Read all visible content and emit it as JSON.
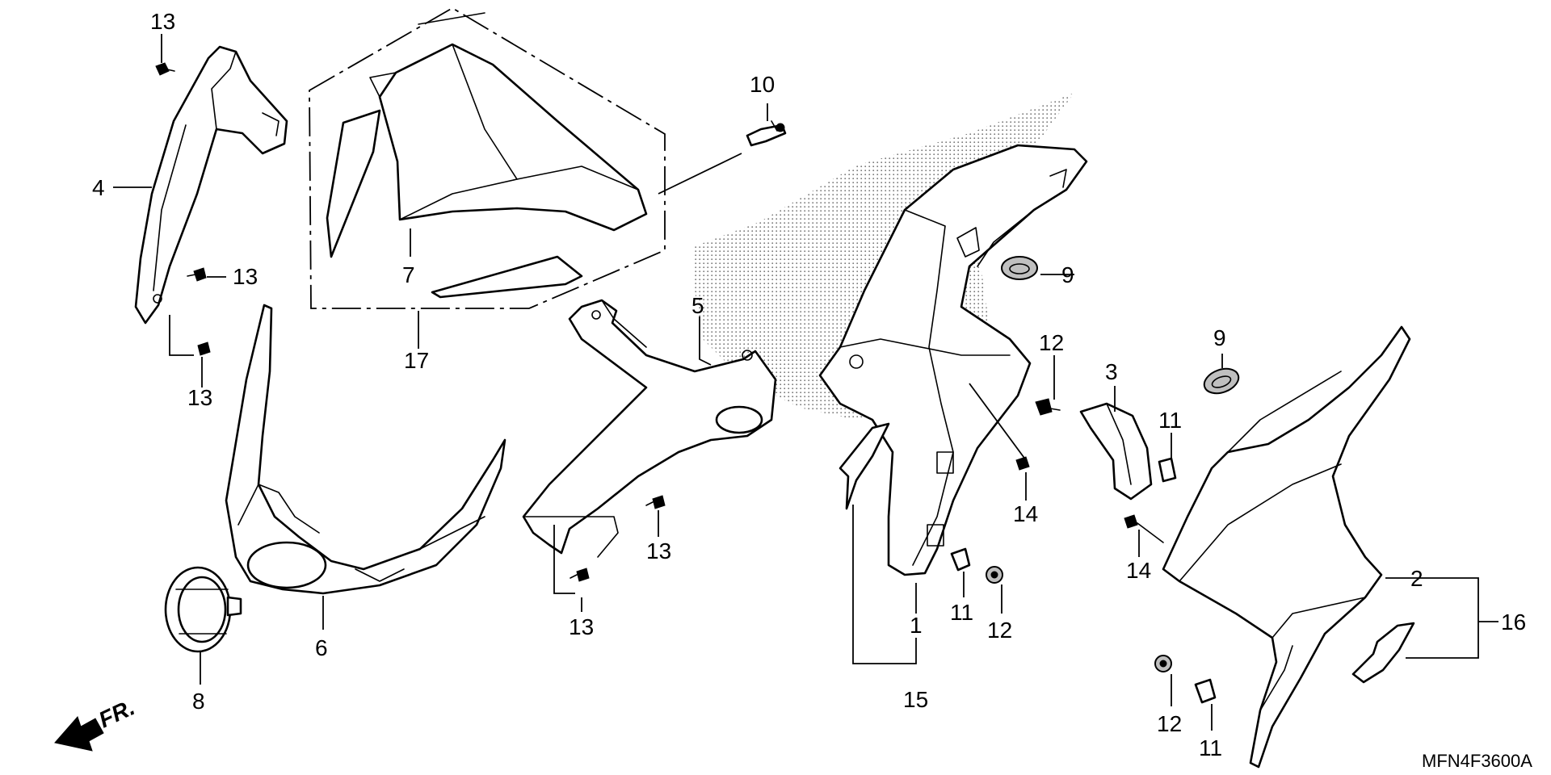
{
  "callouts": {
    "c1": "1",
    "c2": "2",
    "c3": "3",
    "c4": "4",
    "c5": "5",
    "c6": "6",
    "c7": "7",
    "c8": "8",
    "c9a": "9",
    "c9b": "9",
    "c10": "10",
    "c11a": "11",
    "c11b": "11",
    "c11c": "11",
    "c12a": "12",
    "c12b": "12",
    "c12c": "12",
    "c13a": "13",
    "c13b": "13",
    "c13c": "13",
    "c13d": "13",
    "c13e": "13",
    "c14a": "14",
    "c14b": "14",
    "c15": "15",
    "c16": "16",
    "c17": "17"
  },
  "direction_label": "FR.",
  "diagram_code": "MFN4F3600A"
}
